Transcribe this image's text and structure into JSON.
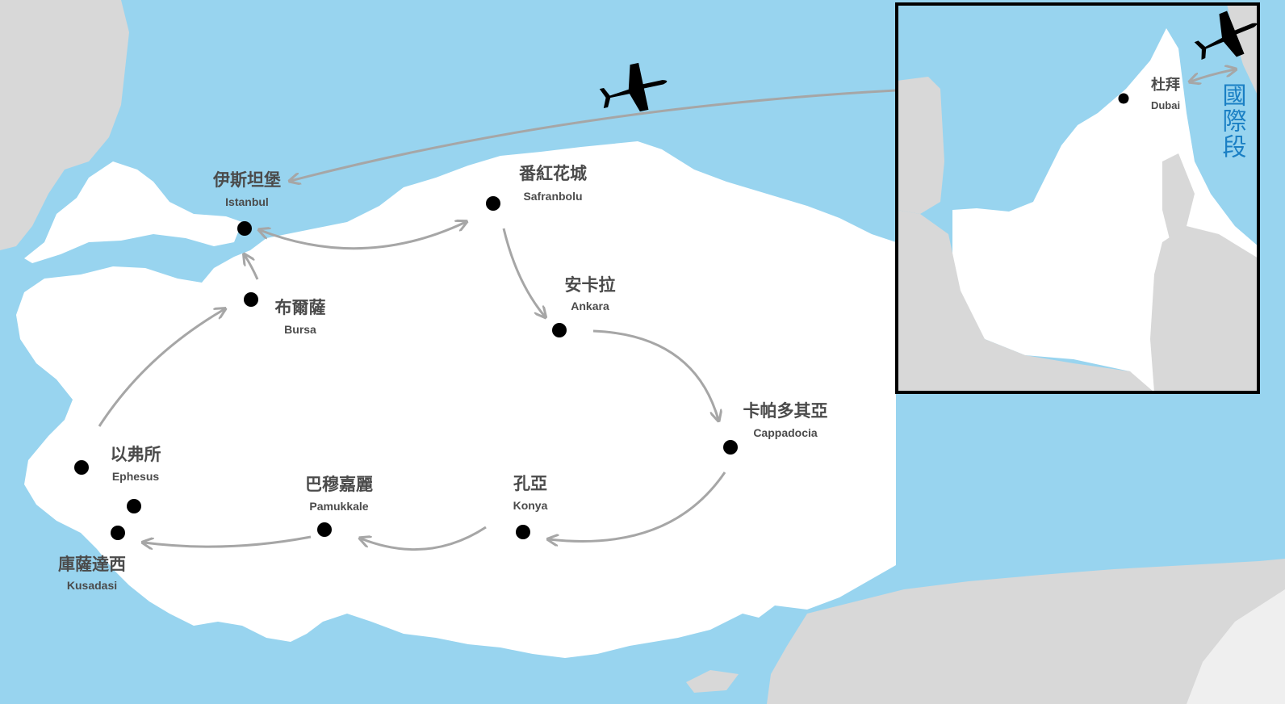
{
  "colors": {
    "sea": "#98d4ef",
    "turkey_land": "#ffffff",
    "other_land": "#d8d8d8",
    "city_dot": "#000000",
    "route": "#a6a6a6",
    "label": "#4b4b4b",
    "international_label": "#1a7fc4"
  },
  "cities": [
    {
      "id": "istanbul",
      "zh": "伊斯坦堡",
      "en": "Istanbul"
    },
    {
      "id": "safranbolu",
      "zh": "番紅花城",
      "en": "Safranbolu"
    },
    {
      "id": "ankara",
      "zh": "安卡拉",
      "en": "Ankara"
    },
    {
      "id": "cappadocia",
      "zh": "卡帕多其亞",
      "en": "Cappadocia"
    },
    {
      "id": "konya",
      "zh": "孔亞",
      "en": "Konya"
    },
    {
      "id": "pamukkale",
      "zh": "巴穆嘉麗",
      "en": "Pamukkale"
    },
    {
      "id": "kusadasi",
      "zh": "庫薩達西",
      "en": "Kusadasi"
    },
    {
      "id": "ephesus",
      "zh": "以弗所",
      "en": "Ephesus"
    },
    {
      "id": "bursa",
      "zh": "布爾薩",
      "en": "Bursa"
    }
  ],
  "inset": {
    "city": {
      "id": "dubai",
      "zh": "杜拜",
      "en": "Dubai"
    },
    "label": "國際段"
  },
  "icons": [
    "airplane-icon",
    "airplane-icon"
  ]
}
